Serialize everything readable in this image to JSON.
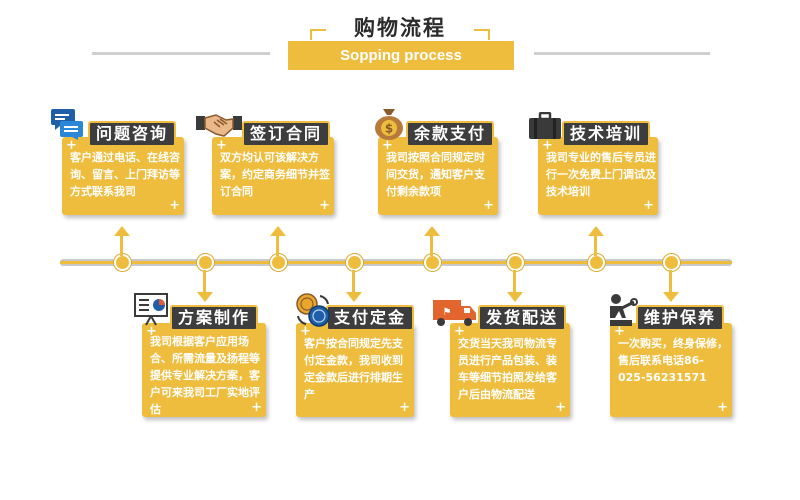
{
  "header": {
    "title": "购物流程",
    "subtitle": "Sopping process"
  },
  "steps_top": [
    {
      "title": "问题咨询",
      "icon": "chat-icon",
      "text": "客户通过电话、在线咨询、留言、上门拜访等方式联系我司"
    },
    {
      "title": "签订合同",
      "icon": "handshake-icon",
      "text": "双方均认可该解决方案，约定商务细节并签订合同"
    },
    {
      "title": "余款支付",
      "icon": "money-bag-icon",
      "text": "我司按照合同规定时间交货，通知客户支付剩余款项"
    },
    {
      "title": "技术培训",
      "icon": "briefcase-icon",
      "text": "我司专业的售后专员进行一次免费上门调试及技术培训"
    }
  ],
  "steps_bottom": [
    {
      "title": "方案制作",
      "icon": "presentation-icon",
      "text": "我司根据客户应用场合、所需流量及扬程等提供专业解决方案，客户可来我司工厂实地评估"
    },
    {
      "title": "支付定金",
      "icon": "coin-exchange-icon",
      "text": "客户按合同规定先支付定金款，我司收到定金款后进行排期生产"
    },
    {
      "title": "发货配送",
      "icon": "delivery-truck-icon",
      "text": "交货当天我司物流专员进行产品包装、装车等细节拍照发给客户后由物流配送"
    },
    {
      "title": "维护保养",
      "icon": "repair-worker-icon",
      "text": "一次购买，终身保修，售后联系电话86-025-56231571"
    }
  ],
  "colors": {
    "accent": "#efbd3d",
    "tag_bg": "#3d3d3d",
    "line": "#c9c9c9"
  }
}
